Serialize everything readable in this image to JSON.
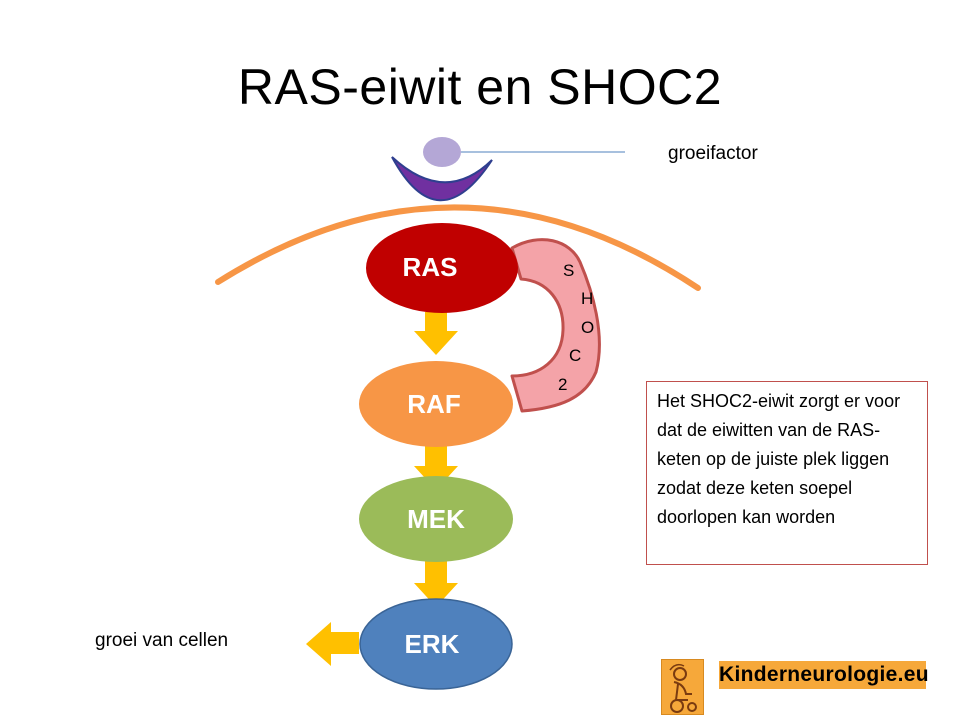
{
  "slide": {
    "title": "RAS-eiwit en SHOC2",
    "labels": {
      "growth_factor": "groeifactor",
      "cell_growth": "groei van cellen"
    },
    "nodes": [
      {
        "label": "RAS",
        "color": "#c00000"
      },
      {
        "label": "RAF",
        "color": "#f79646"
      },
      {
        "label": "MEK",
        "color": "#9bbb59"
      },
      {
        "label": "ERK",
        "color": "#4f81bd"
      }
    ],
    "shoc2_letters": [
      "S",
      "H",
      "O",
      "C",
      "2"
    ],
    "info_box": "Het SHOC2-eiwit zorgt er voor dat de eiwitten van de RAS-keten op de juiste plek liggen zodat deze keten soepel doorlopen kan worden",
    "logo_text": "Kinderneurologie.eu",
    "colors": {
      "membrane": "#f79646",
      "receptor": "#7030a0",
      "growth_factor": "#b4a7d6",
      "arrow": "#ffc000",
      "shoc2_fill": "#f4a3a8",
      "shoc2_border": "#c0504d",
      "info_border": "#c0504d",
      "logo_bg": "#f6a83a"
    }
  }
}
